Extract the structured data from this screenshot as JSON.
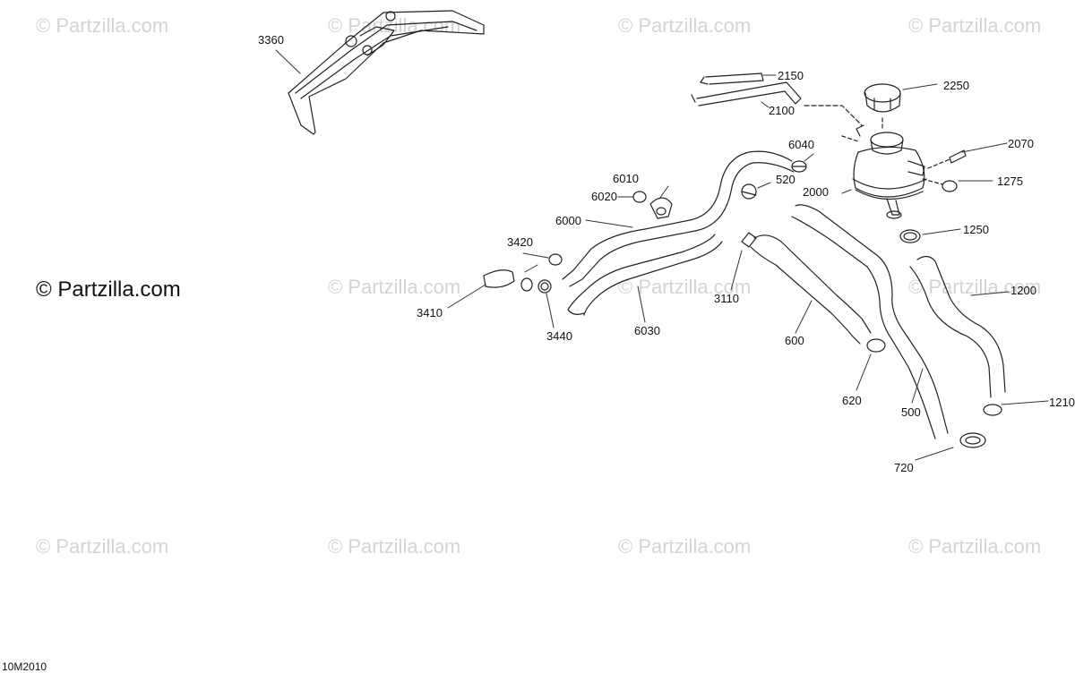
{
  "watermark": "© Partzilla.com",
  "diagram_code": "10M2010",
  "callouts": {
    "c3360": "3360",
    "c2150": "2150",
    "c2100": "2100",
    "c2250": "2250",
    "c6040": "6040",
    "c2070": "2070",
    "c6010": "6010",
    "c520": "520",
    "c2000": "2000",
    "c1275": "1275",
    "c6020": "6020",
    "c6000": "6000",
    "c1250": "1250",
    "c3420": "3420",
    "c3410": "3410",
    "c3440": "3440",
    "c6030": "6030",
    "c3110": "3110",
    "c1200": "1200",
    "c600": "600",
    "c620": "620",
    "c500": "500",
    "c1210": "1210",
    "c720": "720"
  }
}
